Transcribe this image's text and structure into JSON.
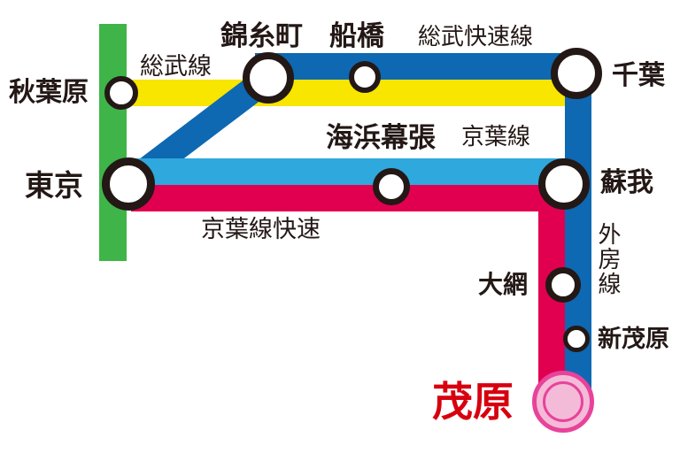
{
  "title": "railway-route-diagram",
  "colors": {
    "green": "#3fb448",
    "yellow": "#f8e500",
    "blue": "#0e68b2",
    "light_blue": "#2fa8dd",
    "crimson": "#e10050",
    "pink_ring": "#e8439a",
    "pink_fill": "#f4bbd8",
    "red": "#d7000f",
    "ink": "#231815",
    "station_fill": "#ffffff"
  },
  "lines": [
    {
      "label": "総武線",
      "color": "#f8e500",
      "stations": [
        "秋葉原",
        "錦糸町",
        "船橋",
        "千葉"
      ]
    },
    {
      "label": "総武快速線",
      "color": "#0e68b2",
      "stations": [
        "東京",
        "錦糸町",
        "船橋",
        "千葉"
      ]
    },
    {
      "label": "京葉線",
      "color": "#2fa8dd",
      "stations": [
        "東京",
        "海浜幕張",
        "蘇我"
      ]
    },
    {
      "label": "京葉線快速",
      "color": "#e10050",
      "stations": [
        "東京",
        "蘇我",
        "茂原"
      ]
    },
    {
      "label": "外房線",
      "color": "#0e68b2",
      "stations": [
        "蘇我",
        "大網",
        "新茂原",
        "茂原"
      ]
    },
    {
      "label": "",
      "color": "#3fb448",
      "stations": [
        "秋葉原",
        "東京"
      ]
    }
  ],
  "stations": [
    {
      "label": "秋葉原"
    },
    {
      "label": "東京"
    },
    {
      "label": "錦糸町"
    },
    {
      "label": "船橋"
    },
    {
      "label": "千葉"
    },
    {
      "label": "海浜幕張"
    },
    {
      "label": "蘇我"
    },
    {
      "label": "大網"
    },
    {
      "label": "新茂原"
    },
    {
      "label": "茂原",
      "emphasis": true
    }
  ]
}
